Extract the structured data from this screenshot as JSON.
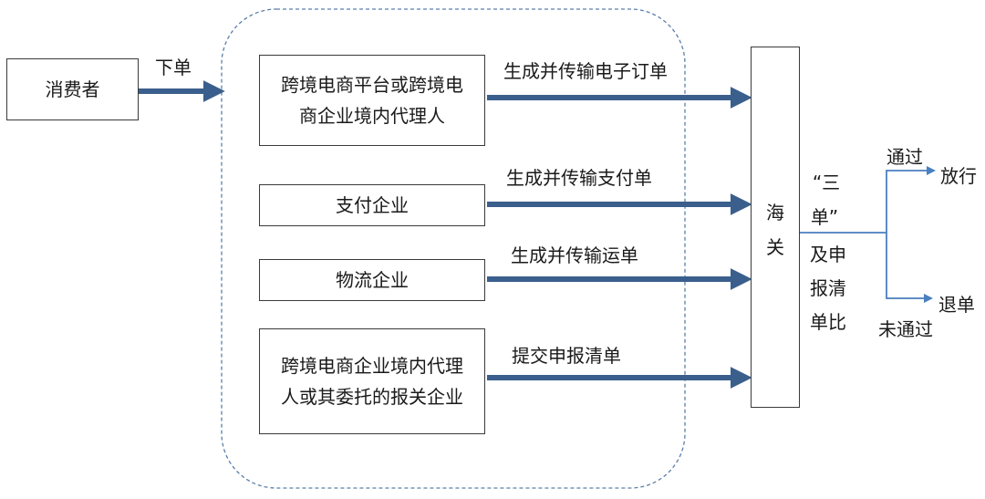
{
  "nodes": {
    "consumer": "消费者",
    "platform": "跨境电商平台或跨境电商企业境内代理人",
    "platform_line1": "跨境电商平台或跨境电",
    "platform_line2": "商企业境内代理人",
    "payment": "支付企业",
    "logistics": "物流企业",
    "agent_line1": "跨境电商企业境内代理",
    "agent_line2": "人或其委托的报关企业",
    "customs_char1": "海",
    "customs_char2": "关"
  },
  "edges": {
    "order": "下单",
    "order_transmit": "生成并传输电子订单",
    "payment_transmit": "生成并传输支付单",
    "waybill_transmit": "生成并传输运单",
    "declaration_submit": "提交申报清单"
  },
  "comparison": {
    "line1": "“三",
    "line2": "单”",
    "line3": "及申",
    "line4": "报清",
    "line5": "单比"
  },
  "outcomes": {
    "pass_label": "通过",
    "pass_result": "放行",
    "fail_label": "未通过",
    "fail_result": "退单"
  },
  "colors": {
    "arrow": "#3b5f8c",
    "branch": "#4a7fc1",
    "border": "#3a3a3a",
    "group_border": "#5b7fa8"
  }
}
